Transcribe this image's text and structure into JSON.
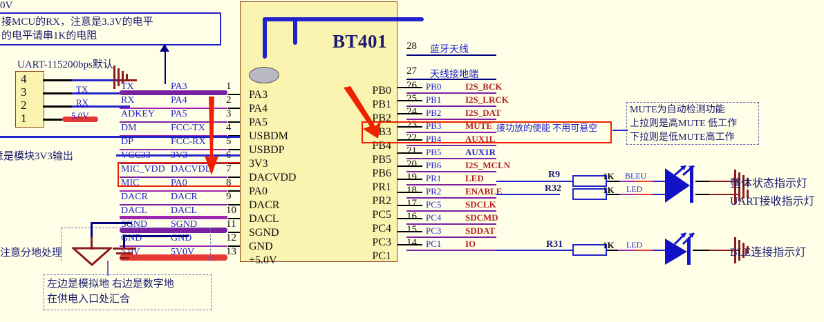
{
  "chip": {
    "name": "BT401",
    "left_pins": [
      "PA3",
      "PA4",
      "PA5",
      "USBDM",
      "USBDP",
      "3V3",
      "DACVDD",
      "PA0",
      "DACR",
      "DACL",
      "SGND",
      "GND",
      "+5.0V"
    ],
    "right_pins": [
      "PB0",
      "PB1",
      "PB2",
      "PB3",
      "PB4",
      "PB5",
      "PB6",
      "PR1",
      "PR2",
      "PC5",
      "PC4",
      "PC3",
      "PC1"
    ]
  },
  "connector": {
    "title": "UART-115200bps默认",
    "pins": [
      "4",
      "3",
      "2",
      "1"
    ]
  },
  "left_table": [
    {
      "net": "TX",
      "pin": "PA3",
      "no": "1"
    },
    {
      "net": "RX",
      "pin": "PA4",
      "no": "2"
    },
    {
      "net": "ADKEY",
      "pin": "PA5",
      "no": "3"
    },
    {
      "net": "DM",
      "pin": "FCC-TX",
      "no": "4"
    },
    {
      "net": "DP",
      "pin": "FCC-RX",
      "no": "5"
    },
    {
      "net": "VCC33",
      "pin": "3V3",
      "no": "6"
    },
    {
      "net": "MIC_VDD",
      "pin": "DACVDD",
      "no": "7"
    },
    {
      "net": "MIC",
      "pin": "PA0",
      "no": "8"
    },
    {
      "net": "DACR",
      "pin": "DACR",
      "no": "9"
    },
    {
      "net": "DACL",
      "pin": "DACL",
      "no": "10"
    },
    {
      "net": "SGND",
      "pin": "SGND",
      "no": "11"
    },
    {
      "net": "GND",
      "pin": "GND",
      "no": "12"
    },
    {
      "net": "5.0V",
      "pin": "5V0V",
      "no": "13"
    }
  ],
  "left_wire_labels": {
    "tx": "TX",
    "rx": "RX",
    "v50": "5.0V"
  },
  "right_table": [
    {
      "no": "28",
      "net": "蓝牙天线",
      "sig": "",
      "note": ""
    },
    {
      "no": "27",
      "net": "天线接地端",
      "sig": "",
      "note": ""
    },
    {
      "no": "26",
      "net": "PB0",
      "sig": "I2S_BCK",
      "note": ""
    },
    {
      "no": "25",
      "net": "PB1",
      "sig": "I2S_LRCK",
      "note": ""
    },
    {
      "no": "24",
      "net": "PB2",
      "sig": "I2S_DAT",
      "note": ""
    },
    {
      "no": "23",
      "net": "PB3",
      "sig": "MUTE",
      "note": "接功放的使能 不用可悬空"
    },
    {
      "no": "22",
      "net": "PB4",
      "sig": "AUX1L",
      "note": ""
    },
    {
      "no": "21",
      "net": "PB5",
      "sig": "AUX1R",
      "note": ""
    },
    {
      "no": "20",
      "net": "PB6",
      "sig": "I2S_MCLN",
      "note": ""
    },
    {
      "no": "19",
      "net": "PR1",
      "sig": "LED",
      "note": ""
    },
    {
      "no": "18",
      "net": "PR2",
      "sig": "ENABLE",
      "note": ""
    },
    {
      "no": "17",
      "net": "PC5",
      "sig": "SDCLK",
      "note": ""
    },
    {
      "no": "16",
      "net": "PC4",
      "sig": "SDCMD",
      "note": ""
    },
    {
      "no": "15",
      "net": "PC3",
      "sig": "SDDAT",
      "note": ""
    },
    {
      "no": "14",
      "net": "PC1",
      "sig": "IO",
      "note": ""
    }
  ],
  "notes": {
    "top_cut": "0V",
    "top_box_line1": "接MCU的RX，注意是3.3V的电平",
    "top_box_line2": "的电平请串1K的电阻",
    "v33_note": "意是模块3V3输出",
    "ground_note": "注意分地处理",
    "ground_box_line1": "左边是模拟地  右边是数字地",
    "ground_box_line2": "在供电入口处汇合",
    "mute_box_line1": "MUTE为自动检测功能",
    "mute_box_line2": "上拉则是高MUTE 低工作",
    "mute_box_line3": "下拉则是低MUTE高工作"
  },
  "leds": [
    {
      "ref": "R9",
      "value": "1K",
      "net": "BLEU",
      "label": "整体状态指示灯"
    },
    {
      "ref": "R32",
      "value": "1K",
      "net": "LED",
      "label": "UART接收指示灯"
    },
    {
      "ref": "R31",
      "value": "1K",
      "net": "LED",
      "label": "BLE连接指示灯"
    }
  ],
  "caption": "",
  "colors": {
    "background": "#FFFFE8",
    "chip_fill": "#FAF4B0",
    "net_blue": "#2222CC",
    "signal_red": "#B22222",
    "highlight_red": "#EE2200",
    "wire_purple": "#7B1FA2",
    "wire_red": "#E53935",
    "led_blue": "#1212C8"
  }
}
